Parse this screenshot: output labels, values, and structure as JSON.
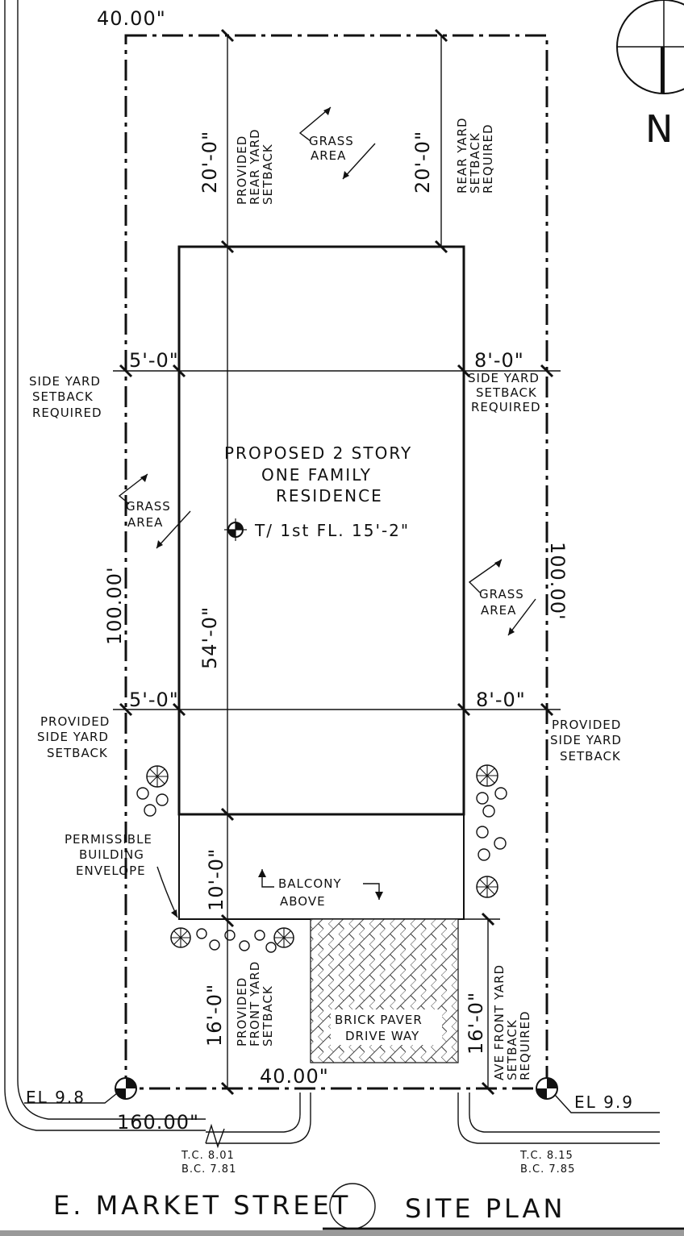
{
  "dims": {
    "top_width": "40.00\"",
    "bottom_width": "40.00\"",
    "street_width": "160.00\"",
    "left_depth": "100.00'",
    "right_depth": "100.00'",
    "rear_prov": "20'-0\"",
    "rear_req": "20'-0\"",
    "side_left_top": "5'-0\"",
    "side_right_top": "8'-0\"",
    "side_left_bot": "5'-0\"",
    "side_right_bot": "8'-0\"",
    "house_depth": "54'-0\"",
    "balcony_depth": "10'-0\"",
    "front_prov": "16'-0\"",
    "front_req": "16'-0\""
  },
  "labels": {
    "rear_prov": [
      "PROVIDED",
      "REAR YARD",
      "SETBACK"
    ],
    "rear_req": [
      "REAR YARD",
      "SETBACK",
      "REQUIRED"
    ],
    "grass_top": [
      "GRASS",
      "AREA"
    ],
    "grass_left": [
      "GRASS",
      "AREA"
    ],
    "grass_right": [
      "GRASS",
      "AREA"
    ],
    "side_req_left": [
      "SIDE YARD",
      "SETBACK",
      "REQUIRED"
    ],
    "side_req_right": [
      "SIDE YARD",
      "SETBACK",
      "REQUIRED"
    ],
    "side_prov_left": [
      "PROVIDED",
      "SIDE YARD",
      "SETBACK"
    ],
    "side_prov_right": [
      "PROVIDED",
      "SIDE YARD",
      "SETBACK"
    ],
    "house": [
      "PROPOSED 2 STORY",
      "ONE FAMILY",
      "RESIDENCE"
    ],
    "floor_elev": "T/ 1st FL. 15'-2\"",
    "envelope": [
      "PERMISSIBLE",
      "BUILDING",
      "ENVELOPE"
    ],
    "balcony": [
      "BALCONY",
      "ABOVE"
    ],
    "driveway": [
      "BRICK PAVER",
      "DRIVE WAY"
    ],
    "front_prov": [
      "PROVIDED",
      "FRONT YARD",
      "SETBACK"
    ],
    "front_req": [
      "AVE FRONT YARD",
      "SETBACK",
      "REQUIRED"
    ],
    "el_left": "EL 9.8",
    "el_right": "EL 9.9",
    "tc_left": "T.C. 8.01",
    "bc_left": "B.C. 7.81",
    "tc_right": "T.C. 8.15",
    "bc_right": "B.C. 7.85",
    "street": "E. MARKET STREET",
    "title": "SITE PLAN",
    "north": "N"
  },
  "colors": {
    "ink": "#111111",
    "paper": "#ffffff"
  }
}
